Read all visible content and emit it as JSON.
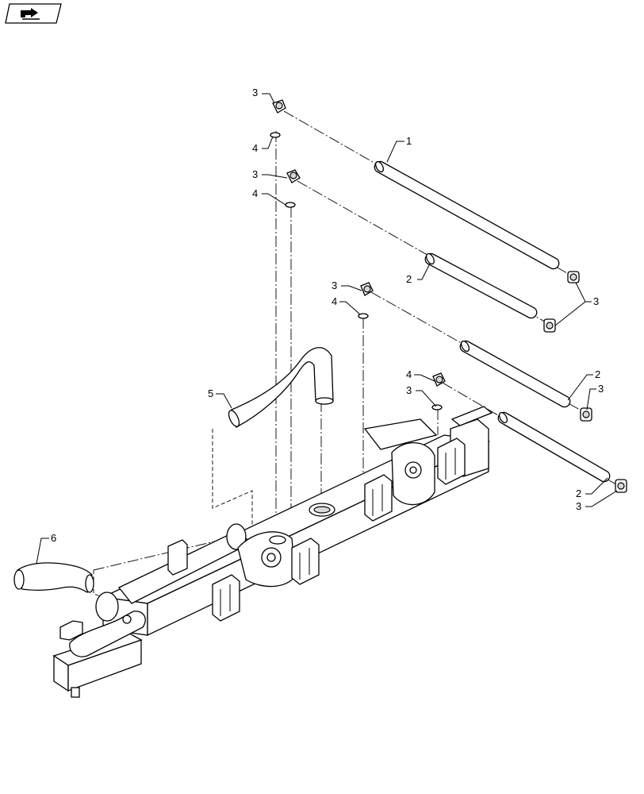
{
  "toolbar": {
    "next_icon": "page-arrow-icon"
  },
  "callouts": [
    {
      "id": "c3a",
      "text": "3"
    },
    {
      "id": "c4a",
      "text": "4"
    },
    {
      "id": "c3b",
      "text": "3"
    },
    {
      "id": "c4b",
      "text": "4"
    },
    {
      "id": "c1",
      "text": "1"
    },
    {
      "id": "c2a",
      "text": "2"
    },
    {
      "id": "c3c",
      "text": "3"
    },
    {
      "id": "c3d",
      "text": "3"
    },
    {
      "id": "c4c",
      "text": "4"
    },
    {
      "id": "c2b",
      "text": "2"
    },
    {
      "id": "c3e",
      "text": "3"
    },
    {
      "id": "c4d",
      "text": "4"
    },
    {
      "id": "c3f",
      "text": "3"
    },
    {
      "id": "c5",
      "text": "5"
    },
    {
      "id": "c2c",
      "text": "2"
    },
    {
      "id": "c3g",
      "text": "3"
    },
    {
      "id": "c6",
      "text": "6"
    }
  ]
}
